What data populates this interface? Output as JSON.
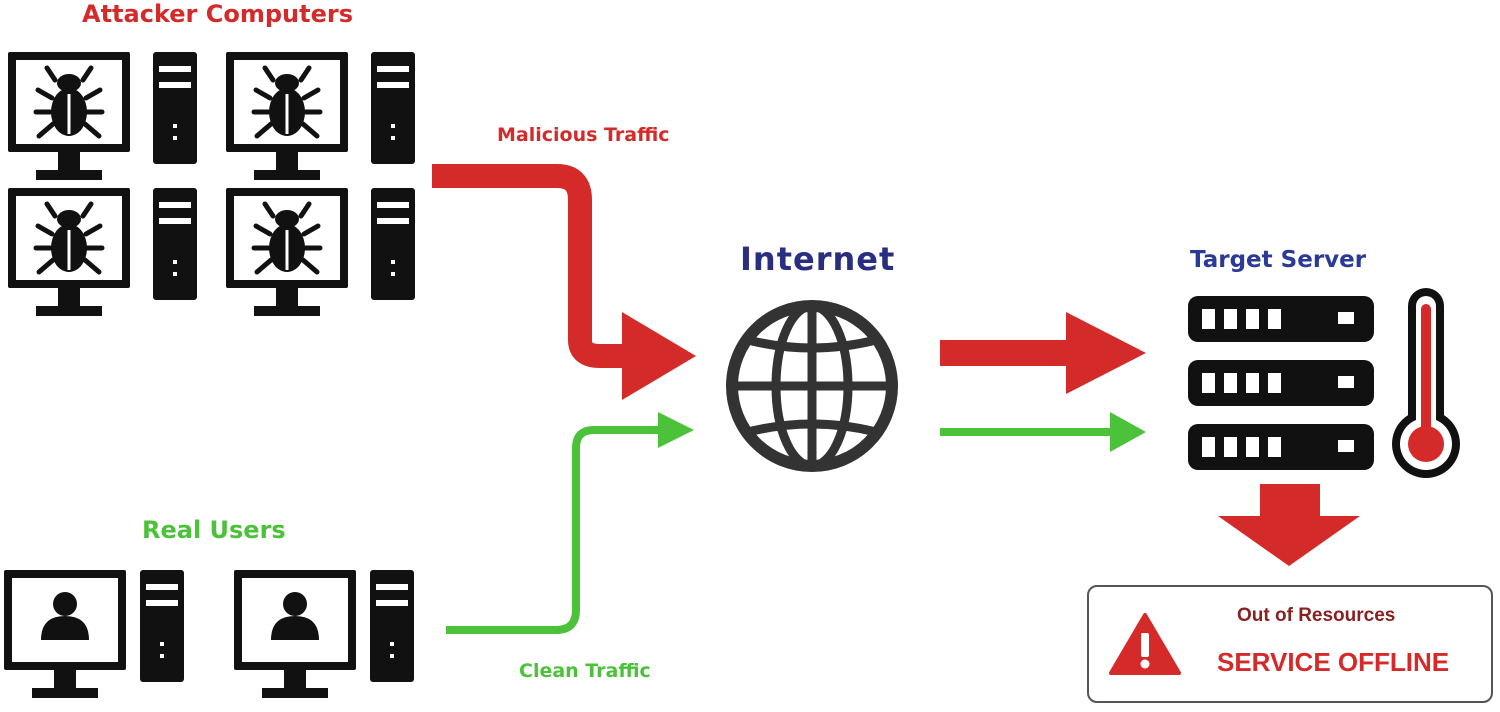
{
  "labels": {
    "attackers": "Attacker Computers",
    "malicious_traffic": "Malicious Traffic",
    "real_users": "Real Users",
    "clean_traffic": "Clean Traffic",
    "internet": "Internet",
    "target_server": "Target Server"
  },
  "status": {
    "line1": "Out of Resources",
    "line2": "SERVICE OFFLINE"
  },
  "icons": {
    "attacker": "bug-icon",
    "user": "user-icon",
    "network": "globe-icon",
    "server": "server-icon",
    "load": "thermometer-icon",
    "alert": "warning-icon"
  },
  "colors": {
    "malicious": "#d42a2a",
    "clean": "#4cc23a",
    "internet": "#2a2e80",
    "server_title": "#2a3a96",
    "icon": "#111111"
  }
}
